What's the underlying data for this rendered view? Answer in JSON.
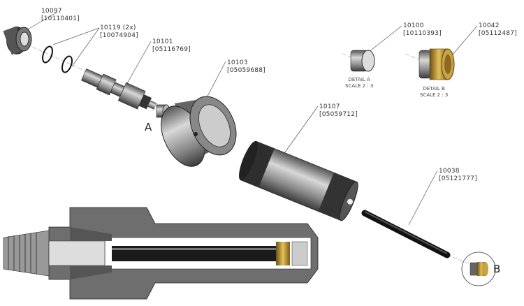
{
  "callouts": [
    {
      "part": "10097",
      "ref": "[10110401]"
    },
    {
      "part": "10119 (2x)",
      "ref": "[10074904]"
    },
    {
      "part": "10101",
      "ref": "[05116769]"
    },
    {
      "part": "10103",
      "ref": "[05059688]"
    },
    {
      "part": "10100",
      "ref": "[10110393]"
    },
    {
      "part": "10042",
      "ref": "[05112487]"
    },
    {
      "part": "10107",
      "ref": "[05059712]"
    },
    {
      "part": "10038",
      "ref": "[05121777]"
    }
  ],
  "details": [
    {
      "name": "DETAIL A",
      "scale": "SCALE 2 : 3"
    },
    {
      "name": "DETAIL B",
      "scale": "SCALE 2 : 3"
    }
  ],
  "markers": {
    "a": "A",
    "b": "B"
  },
  "colors": {
    "steel": "#8a8a8a",
    "dark": "#2a2a2a",
    "brass": "#b8902a",
    "section": "#6e6e6e"
  }
}
